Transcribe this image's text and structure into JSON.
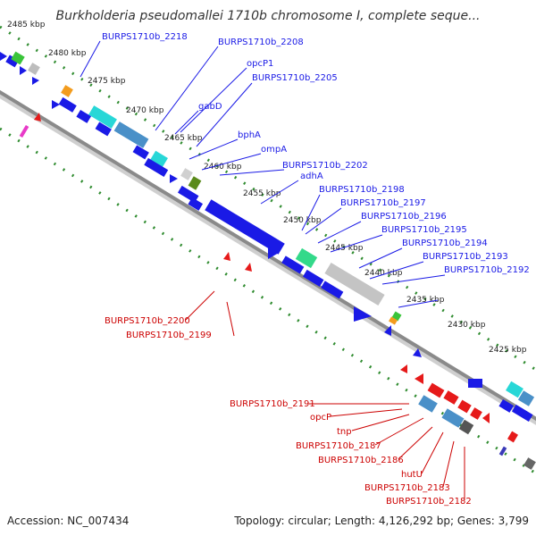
{
  "title": "Burkholderia pseudomallei 1710b chromosome I, complete seque...",
  "accession": "Accession: NC_007434",
  "summary": "Topology: circular; Length: 4,126,292 bp; Genes: 3,799",
  "colors": {
    "forward_gene": "#1a1ae6",
    "reverse_gene": "#e61a1a",
    "backbone": "#8a8a8a",
    "tick_dots": "#2e8b2e",
    "forward_label": "#1a1ae6",
    "reverse_label": "#cc0000"
  },
  "ticks": [
    "2485 kbp",
    "2480 kbp",
    "2475 kbp",
    "2470 kbp",
    "2465 kbp",
    "2460 kbp",
    "2455 kbp",
    "2450 kbp",
    "2445 kbp",
    "2440 kbp",
    "2435 kbp",
    "2430 kbp",
    "2425 kbp"
  ],
  "forward_labels": [
    "BURPS1710b_2218",
    "BURPS1710b_2208",
    "opcP1",
    "BURPS1710b_2205",
    "gabD",
    "bphA",
    "ompA",
    "BURPS1710b_2202",
    "adhA",
    "BURPS1710b_2198",
    "BURPS1710b_2197",
    "BURPS1710b_2196",
    "BURPS1710b_2195",
    "BURPS1710b_2194",
    "BURPS1710b_2193",
    "BURPS1710b_2192"
  ],
  "reverse_labels": [
    "BURPS1710b_2200",
    "BURPS1710b_2199",
    "BURPS1710b_2191",
    "opcP",
    "tnp",
    "BURPS1710b_2187",
    "BURPS1710b_2186",
    "hutU",
    "BURPS1710b_2183",
    "BURPS1710b_2182"
  ]
}
